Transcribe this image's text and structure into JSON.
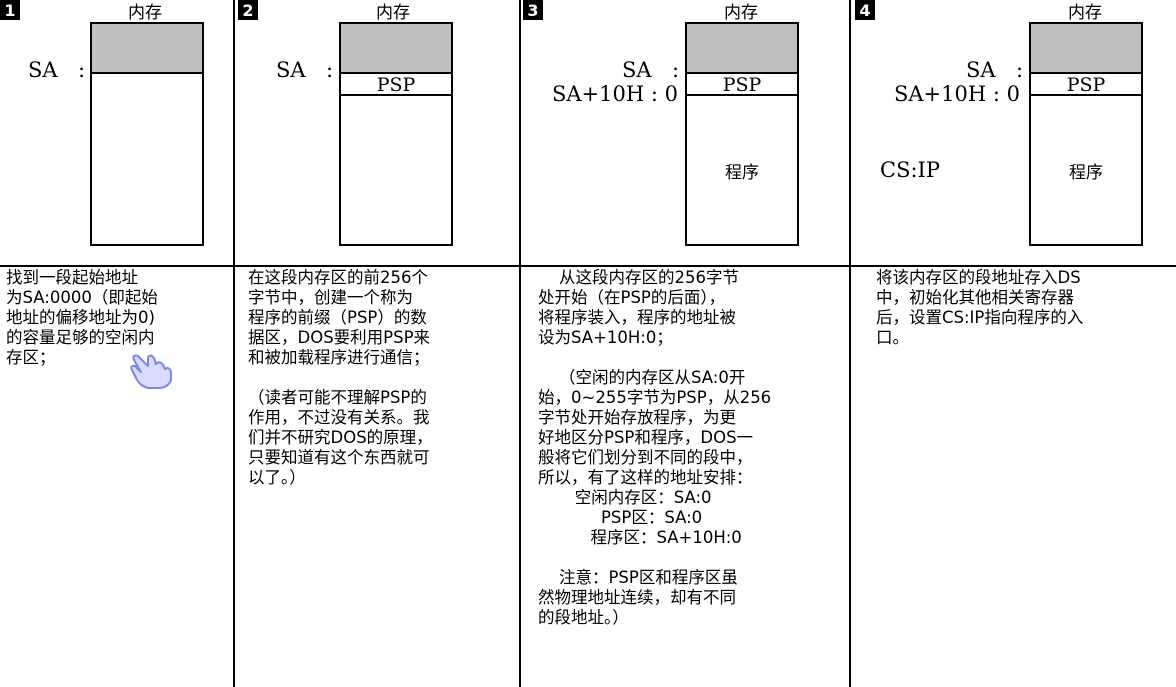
{
  "steps": [
    {
      "number": "1",
      "memory_title": "内存",
      "labels": {
        "sa": "SA",
        "colon": ":"
      },
      "description": "找到一段起始地址\n为SA:0000（即起始\n地址的偏移地址为0)\n的容量足够的空闲内\n存区；"
    },
    {
      "number": "2",
      "memory_title": "内存",
      "labels": {
        "sa": "SA",
        "colon": ":"
      },
      "psp": "PSP",
      "description": "在这段内存区的前256个\n字节中，创建一个称为\n程序的前缀（PSP）的数\n据区，DOS要利用PSP来\n和被加载程序进行通信；\n\n（读者可能不理解PSP的\n作用，不过没有关系。我\n们并不研究DOS的原理，\n只要知道有这个东西就可\n以了。）"
    },
    {
      "number": "3",
      "memory_title": "内存",
      "labels": {
        "sa": "SA",
        "colon": ":",
        "sa10": "SA+10H : 0"
      },
      "psp": "PSP",
      "program": "程序",
      "description": "    从这段内存区的256字节\n处开始（在PSP的后面），\n将程序装入，程序的地址被\n设为SA+10H:0；\n\n    （空闲的内存区从SA:0开\n始，0~255字节为PSP，从256\n字节处开始存放程序，为更\n好地区分PSP和程序，DOS一\n般将它们划分到不同的段中，\n所以，有了这样的地址安排：\n       空闲内存区：SA:0\n            PSP区：SA:0\n          程序区：SA+10H:0\n\n    注意：PSP区和程序区虽\n然物理地址连续，却有不同\n的段地址。）"
    },
    {
      "number": "4",
      "memory_title": "内存",
      "labels": {
        "sa": "SA",
        "colon": ":",
        "sa10": "SA+10H : 0",
        "csip": "CS:IP"
      },
      "psp": "PSP",
      "program": "程序",
      "description": "将该内存区的段地址存入DS\n中，初始化其他相关寄存器\n后，设置CS:IP指向程序的入\n口。"
    }
  ],
  "colors": {
    "memory_fill": "#c0c0c0",
    "lines": "#000000",
    "cursor": "#b9c2ff"
  },
  "icons": {
    "cursor": "hand-pointer-icon"
  }
}
